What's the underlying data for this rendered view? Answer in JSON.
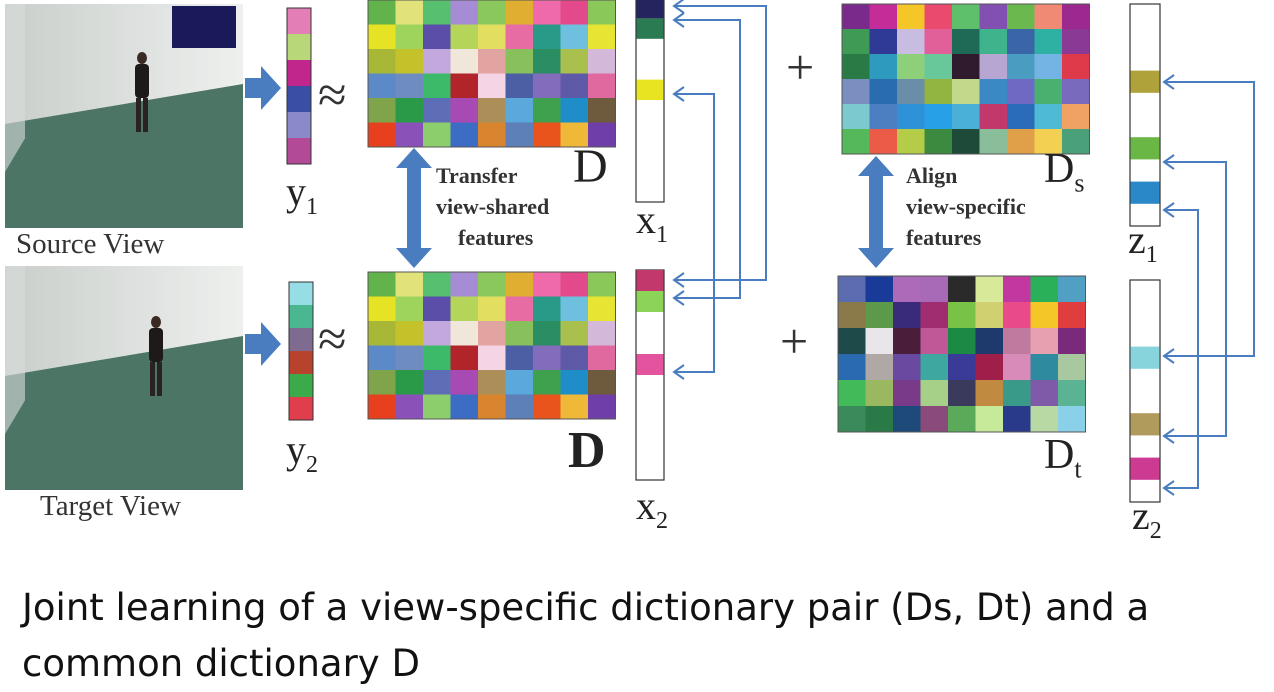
{
  "labels": {
    "source_view": "Source View",
    "target_view": "Target View",
    "transfer": [
      "Transfer",
      "view-shared",
      "features"
    ],
    "align": [
      "Align",
      "view-specific",
      "features"
    ],
    "approx": "≈",
    "plus": "+",
    "y1": {
      "base": "y",
      "sub": "1"
    },
    "y2": {
      "base": "y",
      "sub": "2"
    },
    "x1": {
      "base": "x",
      "sub": "1"
    },
    "x2": {
      "base": "x",
      "sub": "2"
    },
    "z1": {
      "base": "z",
      "sub": "1"
    },
    "z2": {
      "base": "z",
      "sub": "2"
    },
    "D_top": {
      "base": "D",
      "sub": ""
    },
    "D_bottom": {
      "base": "D",
      "sub": ""
    },
    "Ds": {
      "base": "D",
      "sub": "s"
    },
    "Dt": {
      "base": "D",
      "sub": "t"
    }
  },
  "caption": "Joint learning  of a view-specific dictionary pair  (Ds, Dt) and a common dictionary D",
  "colors": {
    "arrow_blue": "#4a7cc0",
    "floor": "#4c7566",
    "wall": "#e4e6e4",
    "y1": [
      "#e37fb6",
      "#b7d778",
      "#c0268c",
      "#3a4ea6",
      "#8a8ac8",
      "#b24a98"
    ],
    "y2": [
      "#96dde6",
      "#4ab790",
      "#7e6b8f",
      "#b8432c",
      "#3aaa4a",
      "#e03e4c"
    ],
    "x1_entries": [
      {
        "pos": 0,
        "color": "#26245e"
      },
      {
        "pos": 1,
        "color": "#2a7a52"
      },
      {
        "pos": 4,
        "color": "#e8e422"
      }
    ],
    "x2_entries": [
      {
        "pos": 0,
        "color": "#c2386c"
      },
      {
        "pos": 1,
        "color": "#8cd458"
      },
      {
        "pos": 4,
        "color": "#e4549e"
      }
    ],
    "z1_entries": [
      {
        "pos": 3,
        "color": "#b0a23a"
      },
      {
        "pos": 6,
        "color": "#6ab746"
      },
      {
        "pos": 8,
        "color": "#2a88c8"
      }
    ],
    "z2_entries": [
      {
        "pos": 3,
        "color": "#88d4dc"
      },
      {
        "pos": 6,
        "color": "#b09a5c"
      },
      {
        "pos": 8,
        "color": "#cc3a92"
      }
    ],
    "D": [
      [
        "#62b34c",
        "#e2e27a",
        "#56c06e",
        "#a68cd4",
        "#8ac85e",
        "#e0ae30",
        "#ee6aaa",
        "#e24a8c",
        "#8ac85a"
      ],
      [
        "#e6e224",
        "#9ed45c",
        "#5a4ea8",
        "#b4d45a",
        "#e2de60",
        "#e86ca4",
        "#2a9a88",
        "#6fc0de",
        "#e8e434"
      ],
      [
        "#a8b836",
        "#c4c22a",
        "#c2a8dc",
        "#f0e6da",
        "#e2a4a0",
        "#88c05c",
        "#2b8e62",
        "#a9c04e",
        "#d4b8da"
      ],
      [
        "#5c8ac8",
        "#6e8cc0",
        "#3db96a",
        "#b0242a",
        "#f5d4e6",
        "#4c5ea4",
        "#846cbc",
        "#5e5aa8",
        "#e06aa0"
      ],
      [
        "#7fa44a",
        "#2a9a48",
        "#5e6eb6",
        "#a84ab4",
        "#ac8f58",
        "#5aa8dc",
        "#3fa04e",
        "#1f8ec8",
        "#6e5a3c"
      ],
      [
        "#e6401e",
        "#8a52b8",
        "#8ccd6c",
        "#3c6cc4",
        "#d9842e",
        "#5e80b8",
        "#e8541c",
        "#efb838",
        "#6f3ea8"
      ]
    ],
    "Ds": [
      [
        "#7a2a8a",
        "#c42c98",
        "#f4c628",
        "#e94a6e",
        "#5ec06a",
        "#8250b0",
        "#6ab84e",
        "#f18a74",
        "#9c2a8e"
      ],
      [
        "#3e9a54",
        "#2e3a96",
        "#c8bce0",
        "#e2609a",
        "#1f6a56",
        "#3fb48c",
        "#3a66a8",
        "#2eb0a2",
        "#8a3a94"
      ],
      [
        "#2a7a46",
        "#2e9abe",
        "#8ecf7a",
        "#68c89a",
        "#301a2e",
        "#b8a6d2",
        "#4a9cc0",
        "#74b4e4",
        "#de3a4a"
      ],
      [
        "#7a8ec0",
        "#2a6cb0",
        "#6a8ea8",
        "#92b440",
        "#c2d88a",
        "#3a88c4",
        "#6e6ac4",
        "#4ab070",
        "#7a6abe"
      ],
      [
        "#7cc9d0",
        "#4c7ec2",
        "#2f92d8",
        "#27a0e8",
        "#4ab0d8",
        "#c2386a",
        "#2a6cb8",
        "#4fbad4",
        "#efa264"
      ],
      [
        "#55b85a",
        "#ec5a48",
        "#b4cc48",
        "#3c8a40",
        "#1e4a3a",
        "#8abe9a",
        "#e0a04a",
        "#f4d052",
        "#4aa078"
      ]
    ],
    "Dt": [
      [
        "#5c6cb0",
        "#1a3a9a",
        "#ac6ab8",
        "#a86ab6",
        "#2a2a2a",
        "#d8ea9a",
        "#c238a0",
        "#2ab058",
        "#50a0c4"
      ],
      [
        "#8a7a4a",
        "#5c9a4a",
        "#3a2a7a",
        "#a02e6e",
        "#78c248",
        "#d0d070",
        "#e84a8a",
        "#f4c628",
        "#e03e3e"
      ],
      [
        "#1e4a4a",
        "#e8e6ea",
        "#4a1e3a",
        "#c05898",
        "#1a8a44",
        "#1e3a6c",
        "#c07aa0",
        "#e6a0b0",
        "#7a2a7a"
      ],
      [
        "#2a6ab0",
        "#b0a8a4",
        "#6a4aa0",
        "#3ea8a0",
        "#3a3a98",
        "#a01e4a",
        "#d88ab8",
        "#2e8a9e",
        "#a8c8a0"
      ],
      [
        "#42ba5a",
        "#9ab860",
        "#7a3a8a",
        "#a6d088",
        "#3a3a5c",
        "#c08a40",
        "#3a9a8a",
        "#7e5aa8",
        "#5ab494"
      ],
      [
        "#3a8a5c",
        "#2a7a48",
        "#1e4a7a",
        "#8a4a7a",
        "#5aaa5a",
        "#c6ea9a",
        "#2a3a8a",
        "#b8d8a4",
        "#8ad0e8"
      ]
    ]
  }
}
